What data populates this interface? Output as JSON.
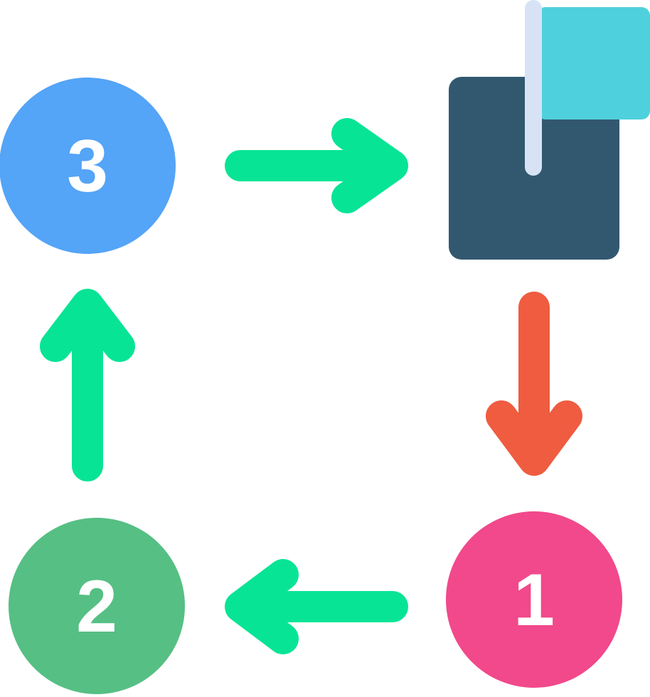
{
  "diagram": {
    "steps": [
      {
        "label": "1",
        "color": "#F1498B"
      },
      {
        "label": "2",
        "color": "#56BF84"
      },
      {
        "label": "3",
        "color": "#54A4F7"
      }
    ],
    "goal": {
      "icon": "flag-icon",
      "box_color": "#325870",
      "flag_color": "#4FD0DD",
      "pole_color": "#D7E3F5"
    },
    "arrows": {
      "primary_color": "#08E496",
      "highlight_color": "#EF5C40"
    }
  }
}
